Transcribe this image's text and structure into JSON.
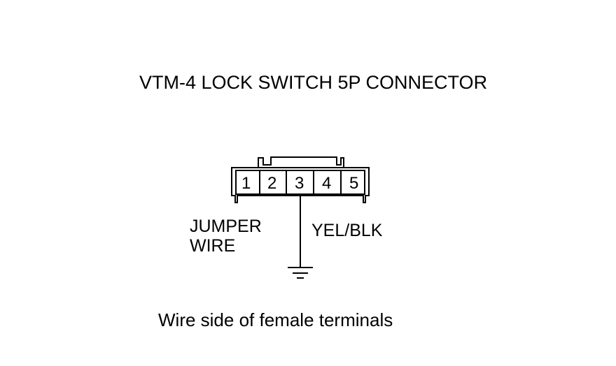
{
  "diagram": {
    "title": "VTM-4 LOCK SWITCH 5P CONNECTOR",
    "caption": "Wire side of female terminals",
    "connector": {
      "terminals": [
        "1",
        "2",
        "3",
        "4",
        "5"
      ]
    },
    "labels": {
      "jumper_line1": "JUMPER",
      "jumper_line2": "WIRE",
      "wire_color": "YEL/BLK"
    },
    "symbols": {
      "ground": "ground-symbol"
    },
    "colors": {
      "line": "#000000",
      "background": "#ffffff"
    }
  }
}
